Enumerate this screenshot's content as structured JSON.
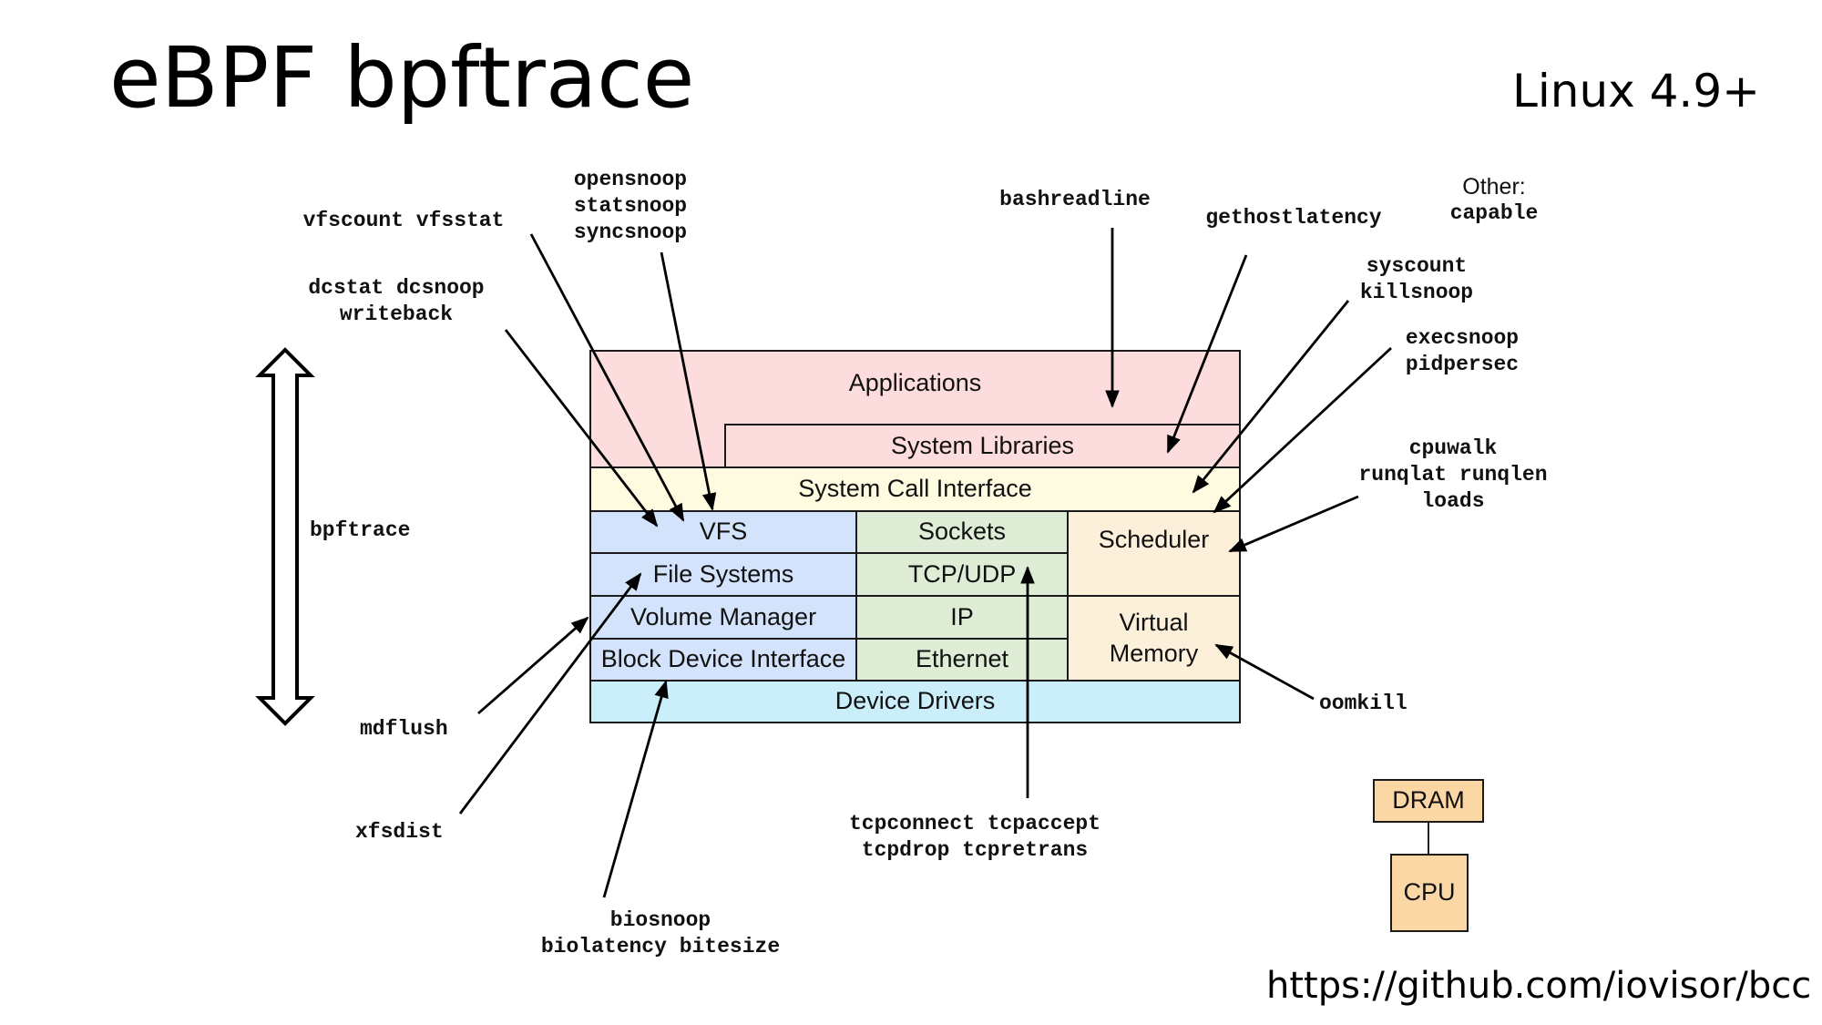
{
  "header": {
    "title": "eBPF bpftrace",
    "version": "Linux 4.9+"
  },
  "footer": {
    "url": "https://github.com/iovisor/bcc"
  },
  "stack": {
    "applications": "Applications",
    "system_libraries": "System Libraries",
    "system_call_interface": "System Call Interface",
    "vfs": "VFS",
    "file_systems": "File Systems",
    "volume_manager": "Volume Manager",
    "block_device_interface": "Block Device Interface",
    "sockets": "Sockets",
    "tcp_udp": "TCP/UDP",
    "ip": "IP",
    "ethernet": "Ethernet",
    "scheduler": "Scheduler",
    "virtual_memory": "Virtual Memory",
    "device_drivers": "Device Drivers"
  },
  "hardware": {
    "dram": "DRAM",
    "cpu": "CPU"
  },
  "scope_arrow": {
    "label": "bpftrace"
  },
  "tools": {
    "vfscount": [
      "vfscount vfsstat"
    ],
    "dcstat": [
      "dcstat dcsnoop",
      "writeback"
    ],
    "opensnoop": [
      "opensnoop",
      "statsnoop",
      "syncsnoop"
    ],
    "bashreadline": [
      "bashreadline"
    ],
    "gethostlatency": [
      "gethostlatency"
    ],
    "syscount": [
      "syscount",
      "killsnoop"
    ],
    "execsnoop": [
      "execsnoop",
      "pidpersec"
    ],
    "cpuwalk": [
      "cpuwalk",
      "runqlat runqlen",
      "loads"
    ],
    "oomkill": [
      "oomkill"
    ],
    "mdflush": [
      "mdflush"
    ],
    "xfsdist": [
      "xfsdist"
    ],
    "biosnoop": [
      "biosnoop",
      "biolatency bitesize"
    ],
    "tcp": [
      "tcpconnect tcpaccept",
      "tcpdrop tcpretrans"
    ]
  },
  "other": {
    "heading": "Other:",
    "tools": [
      "capable"
    ]
  }
}
